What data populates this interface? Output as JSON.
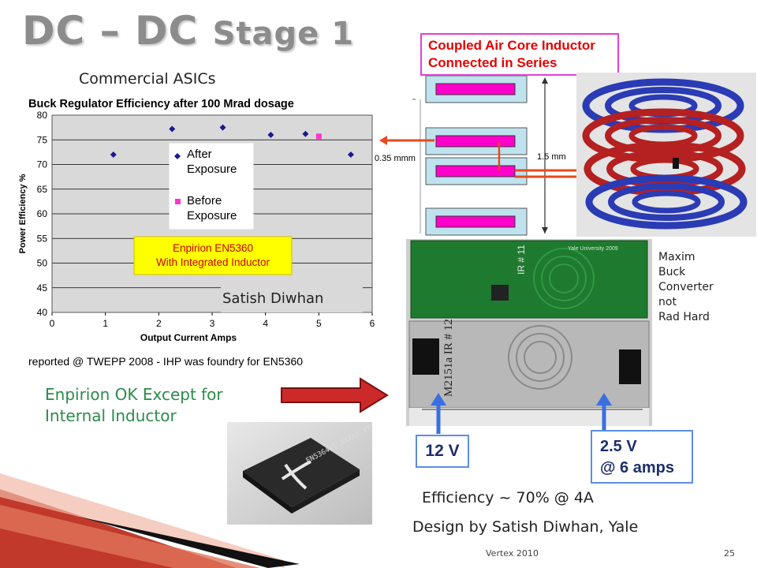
{
  "slide": {
    "title_big": "DC – DC ",
    "title_small": "Stage 1",
    "commercial_label": "Commercial ASICs",
    "satish_label": "Satish Diwhan",
    "enpirion_note_line1": "Enpirion OK Except for",
    "enpirion_note_line2": "Internal  Inductor",
    "coupled_line1": "Coupled Air Core Inductor",
    "coupled_line2": "Connected in Series",
    "dim_left": "0.35 mmm",
    "dim_right": "1.5 mm",
    "maxim_note": [
      "Maxim",
      "Buck",
      "Converter",
      "not",
      "Rad Hard"
    ],
    "v_in": "12 V",
    "v_out_line1": "2.5 V",
    "v_out_line2": "@ 6 amps",
    "efficiency": "Efficiency ~ 70% @ 4A",
    "design_credit": "Design  by Satish Diwhan, Yale",
    "footer_center": "Vertex 2010",
    "page_number": "25",
    "board_text_1": "IR # 11",
    "board_text_2": "M2151a IR # 12",
    "board_text_3": "Yale University 2009",
    "chip_text": "EN5364QI XXXXX YYWW",
    "colors": {
      "title_gray": "#8c8c8c",
      "after_series": "#1a1a8c",
      "before_series": "#ff33cc",
      "callout_border": "#e43fd8",
      "callout_text": "#e60000",
      "arrow_red": "#cc2a2a",
      "arrow_blue": "#3a6fe0",
      "coil_red": "#b52020",
      "coil_blue": "#2a3bb5"
    }
  },
  "chart_data": {
    "type": "scatter",
    "title": "Buck Regulator Efficiency after 100 Mrad dosage",
    "xlabel": "Output Current Amps",
    "ylabel": "Power Efficiency %",
    "xlim": [
      0,
      6
    ],
    "ylim": [
      40,
      80
    ],
    "x_ticks": [
      "0",
      "1",
      "2",
      "3",
      "4",
      "5",
      "6"
    ],
    "y_ticks": [
      "40",
      "45",
      "50",
      "55",
      "60",
      "65",
      "70",
      "75",
      "80"
    ],
    "grid": true,
    "source_note": "reported @ TWEPP 2008 - IHP was foundry for EN5360",
    "annotation_line1": "Enpirion  EN5360",
    "annotation_line2": "With Integrated Inductor",
    "series": [
      {
        "name": "After Exposure",
        "marker": "diamond",
        "x": [
          1.15,
          2.25,
          3.2,
          4.1,
          4.75,
          5.6
        ],
        "y": [
          72,
          77.2,
          77.5,
          76,
          76.2,
          72
        ]
      },
      {
        "name": "Before Exposure",
        "marker": "square",
        "x": [
          5.0
        ],
        "y": [
          75.7
        ]
      }
    ],
    "legend_position": "center-left"
  }
}
